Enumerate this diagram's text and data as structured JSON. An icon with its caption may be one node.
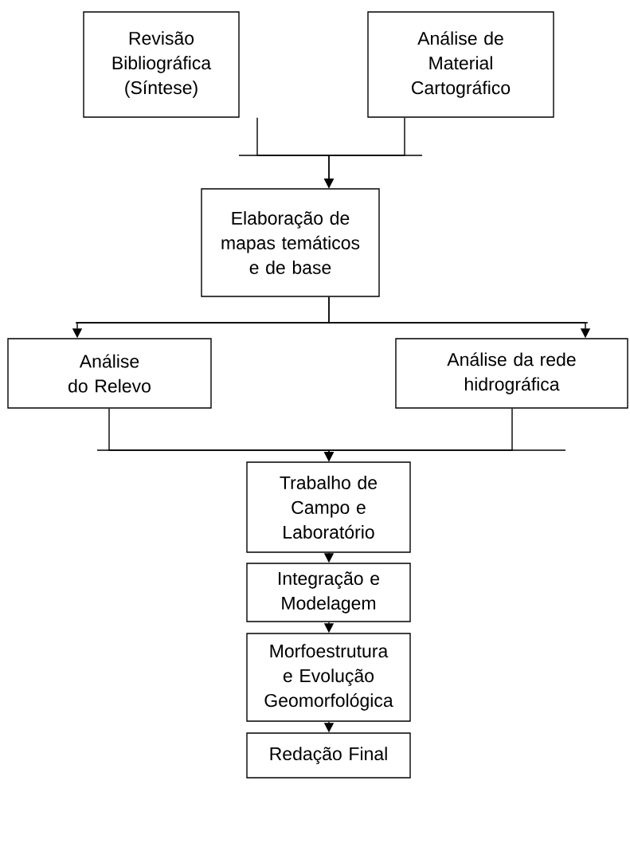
{
  "diagram": {
    "nodes": [
      {
        "text": [
          "Revisão Bibliográfica (Síntese)"
        ]
      },
      {
        "text": [
          "Análise de Material Cartográfico"
        ]
      },
      {
        "text": [
          "Elaboração de mapas temáticos e de base"
        ]
      },
      {
        "text": [
          "Análise do Relevo"
        ]
      },
      {
        "text": [
          "Análise da rede hidrográfica"
        ]
      },
      {
        "text": [
          "Trabalho de Campo e Laboratório"
        ]
      },
      {
        "text": [
          "Integração e Modelagem"
        ]
      },
      {
        "text": [
          "Morfoestrutura e Evolução Geomorfológica"
        ]
      },
      {
        "text": [
          "Redação Final"
        ]
      }
    ],
    "edges": [
      {
        "from": 0,
        "to": 2,
        "arrow": "to"
      },
      {
        "from": 1,
        "to": 2,
        "arrow": "to"
      },
      {
        "from": 2,
        "to": 3,
        "arrow": "to"
      },
      {
        "from": 2,
        "to": 4,
        "arrow": "to"
      },
      {
        "from": 3,
        "to": 5,
        "arrow": "to"
      },
      {
        "from": 4,
        "to": 5,
        "arrow": "to"
      },
      {
        "from": 5,
        "to": 6,
        "arrow": "to"
      },
      {
        "from": 6,
        "to": 7,
        "arrow": "to"
      },
      {
        "from": 7,
        "to": 8,
        "arrow": "to"
      }
    ]
  }
}
